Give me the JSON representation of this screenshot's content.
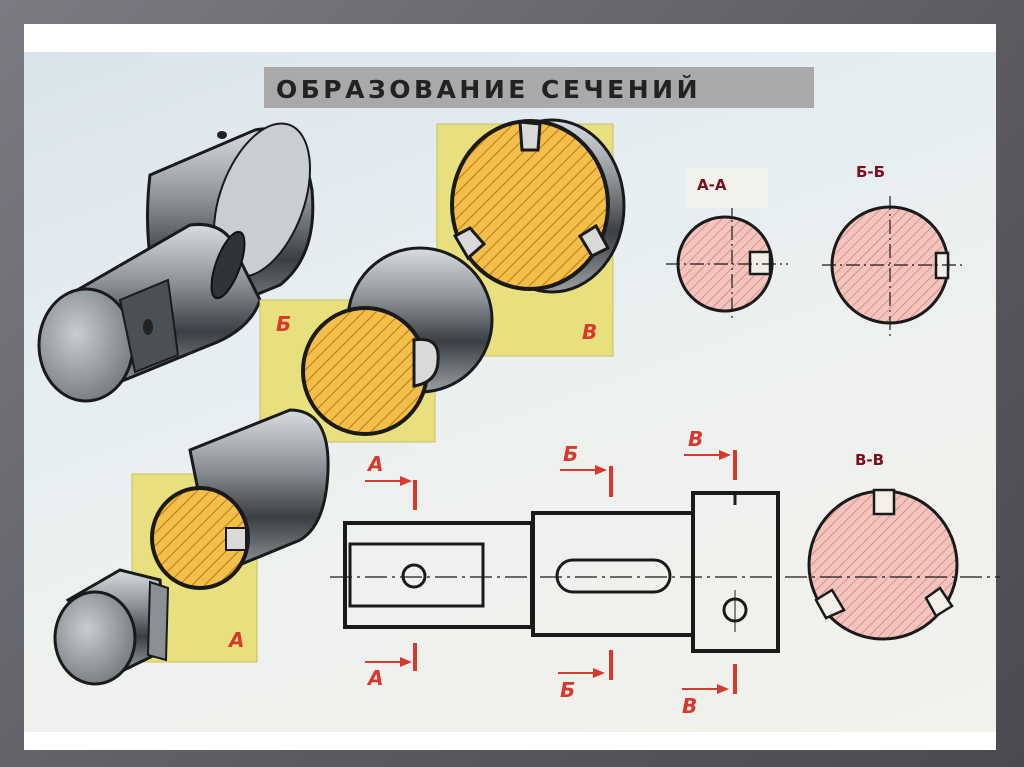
{
  "poster": {
    "title": "ОБРАЗОВАНИЕ СЕЧЕНИЙ",
    "section_labels": {
      "aa": "А-А",
      "bb": "Б-Б",
      "vv": "В-В"
    },
    "cut_letters": {
      "iso_a": "А",
      "iso_b": "Б",
      "iso_v": "В",
      "a_top": "А",
      "a_bottom": "А",
      "b_top": "Б",
      "b_bottom": "Б",
      "v_top": "В",
      "v_bottom": "В"
    },
    "colors": {
      "section_fill": "#f3c3bd",
      "hatch": "#c86a5e",
      "cut_plane": "#e8e07e",
      "iso_section": "#f2c04a",
      "marker_red": "#d73a2c",
      "outline": "#1a1a1a"
    }
  }
}
